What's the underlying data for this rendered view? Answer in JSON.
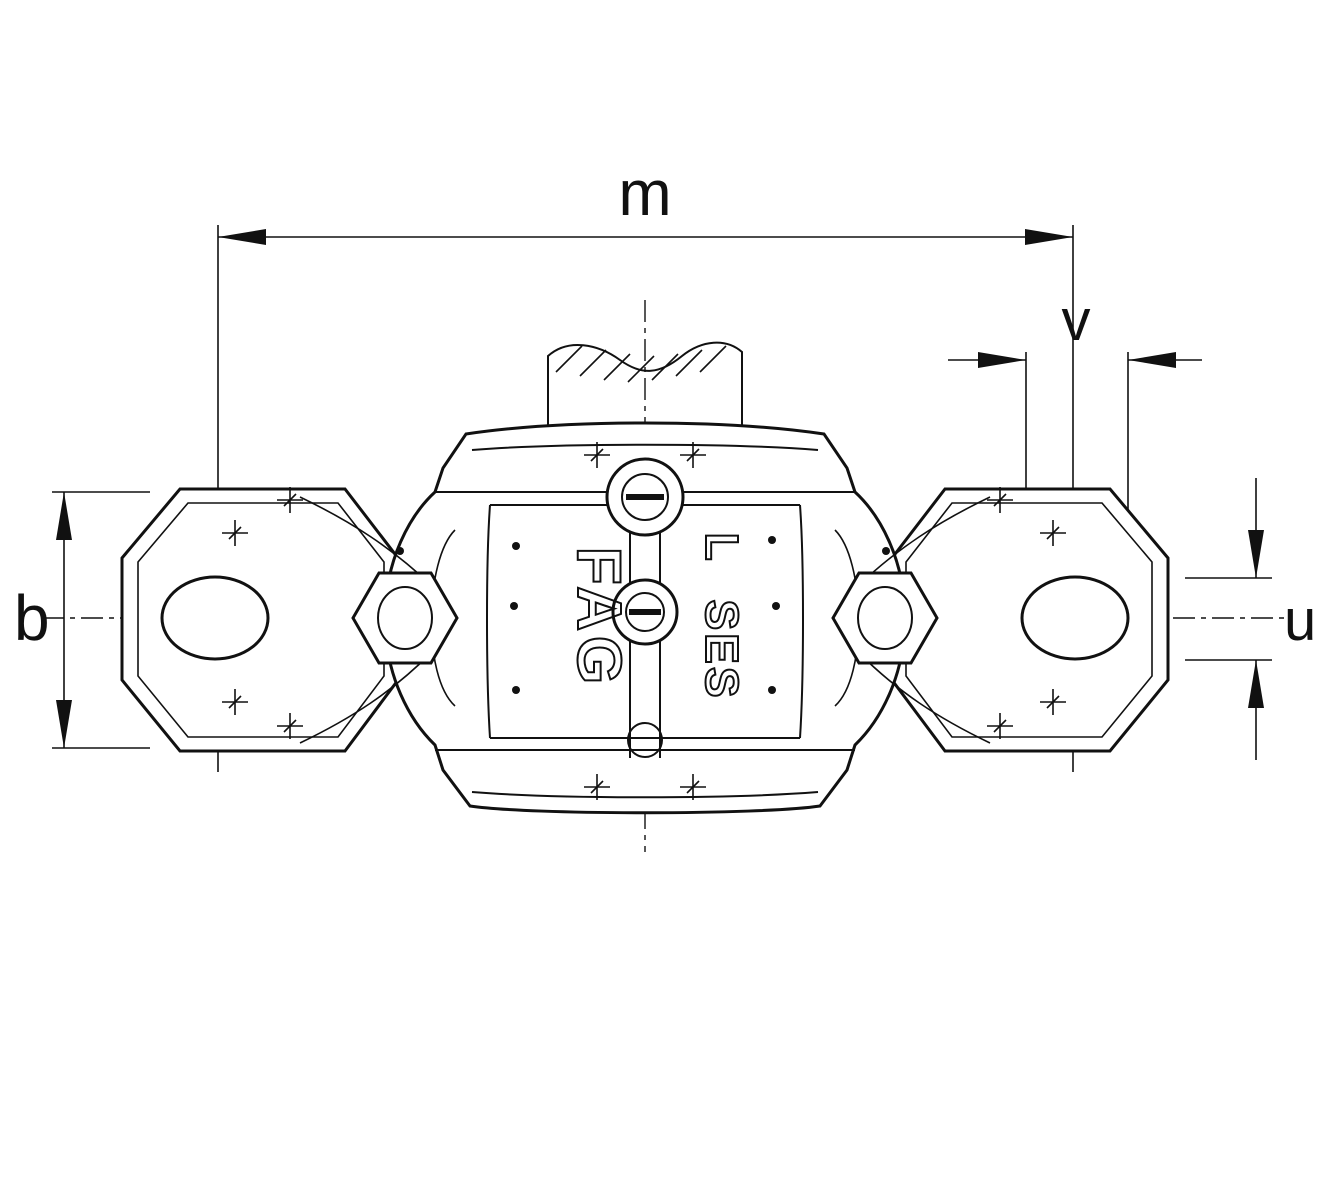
{
  "drawing": {
    "title": "plummer-block-housing-top-view",
    "labels": {
      "m": "m",
      "v": "v",
      "b": "b",
      "u": "u"
    },
    "markings": {
      "brand": "FAG",
      "series_letter": "L",
      "series": "SES"
    },
    "colors": {
      "line": "#111111",
      "background": "#ffffff"
    }
  }
}
